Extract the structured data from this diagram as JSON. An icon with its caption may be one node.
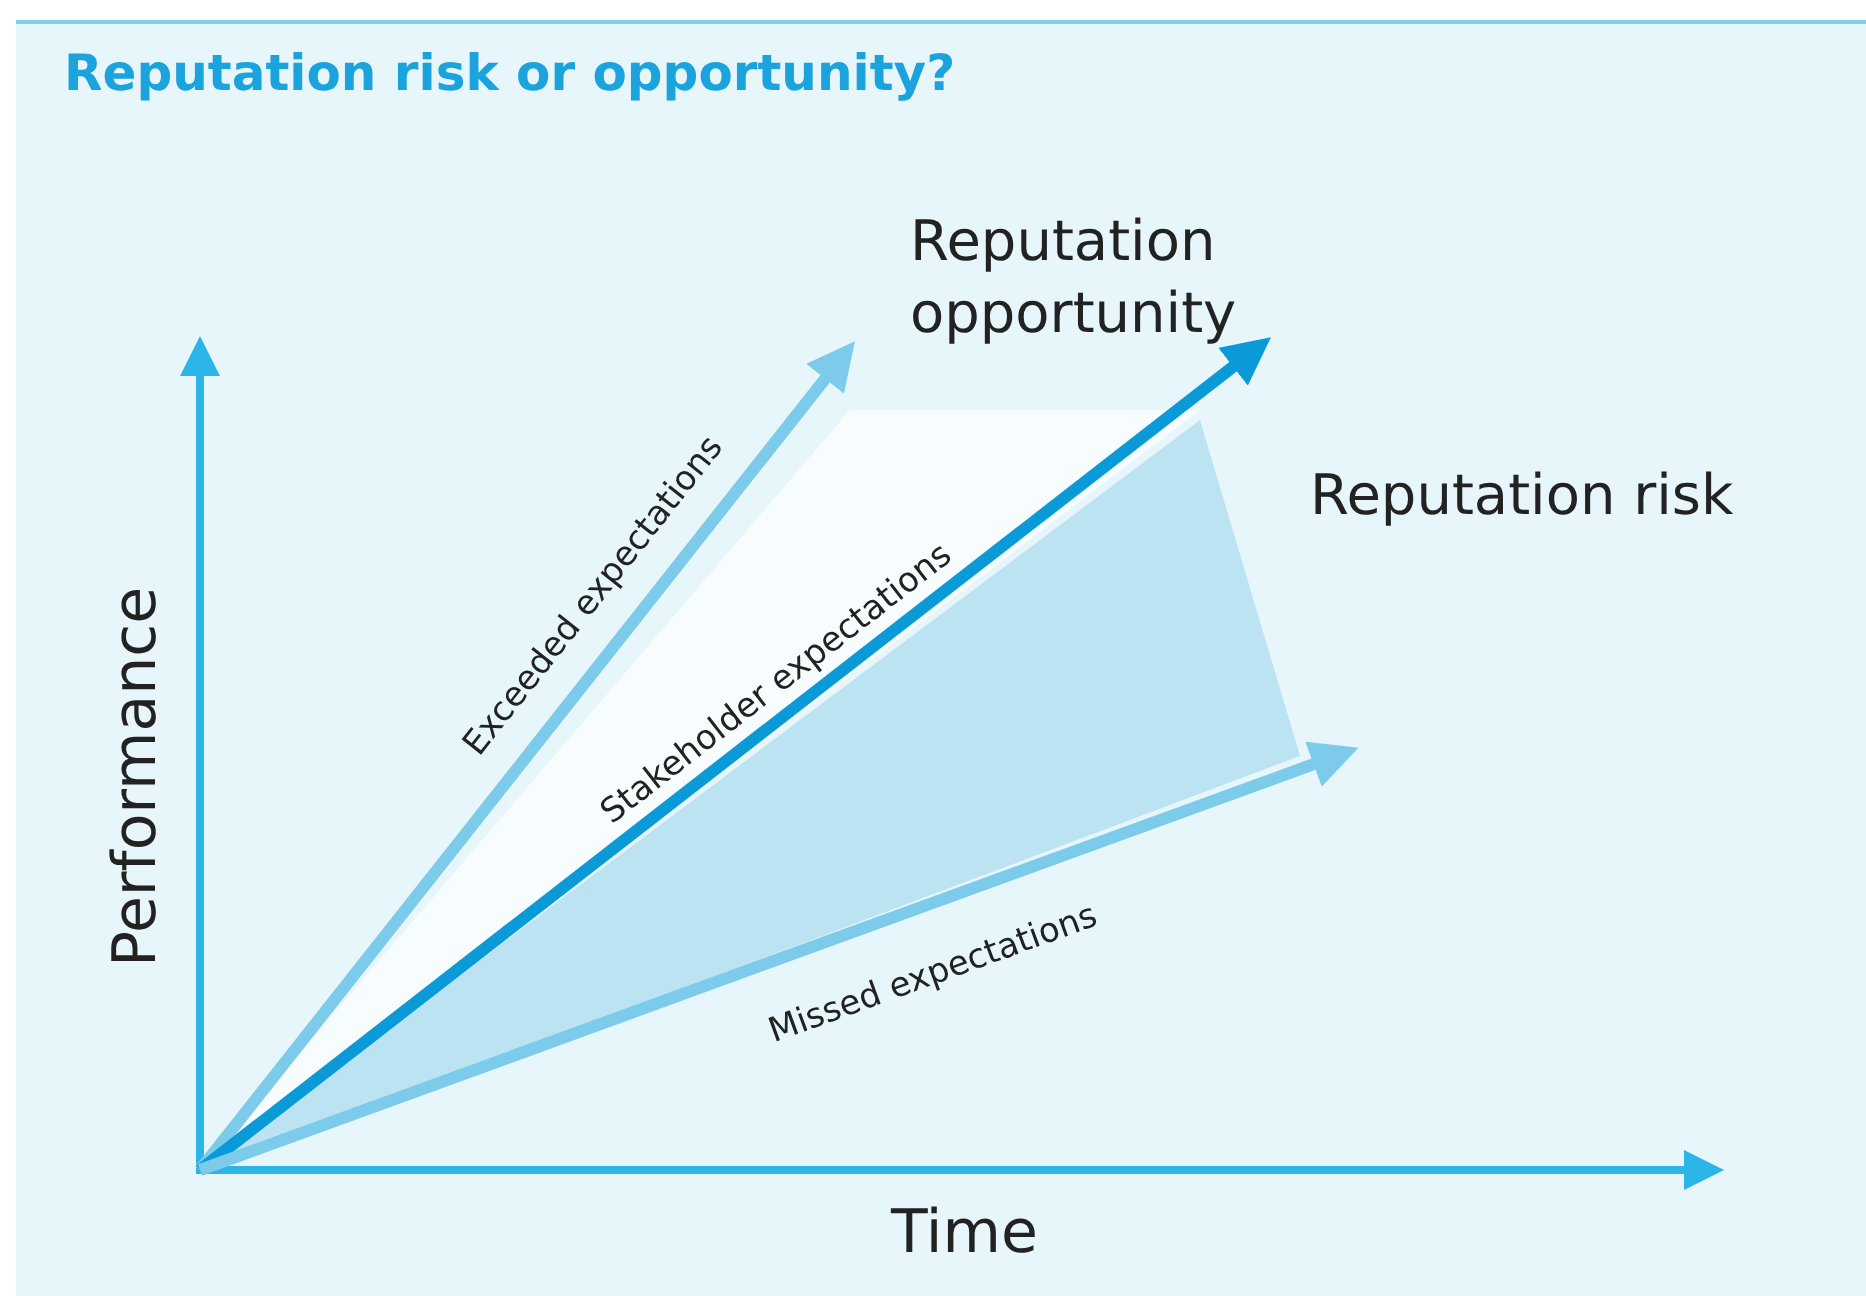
{
  "diagram": {
    "title": "Reputation risk or opportunity?",
    "labels": [
      "Reputation opportunity",
      "Reputation risk",
      "Exceeded expectations",
      "Stakeholder expectations",
      "Missed expectations",
      "Performance",
      "Time"
    ]
  }
}
